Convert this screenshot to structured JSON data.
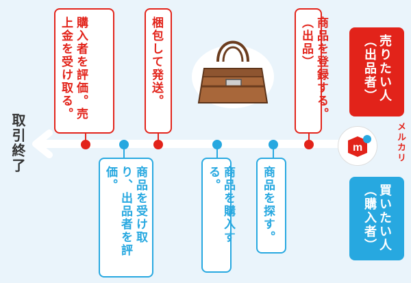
{
  "end_label": "取引終了",
  "brand": "メルカリ",
  "seller_label": "売りたい人（出品者）",
  "buyer_label": "買いたい人（購入者）",
  "seller_steps": [
    "商品を登録する。（出品）",
    "梱包して発送。",
    "購入者を評価。売上金を受け取る。"
  ],
  "buyer_steps": [
    "商品を探す。",
    "商品を購入する。",
    "商品を受け取り、出品者を評価。"
  ],
  "colors": {
    "seller": "#e2231a",
    "buyer": "#27a8e0",
    "background": "#eaf4fb"
  },
  "icons": {
    "logo": "mercari-logo-icon",
    "bag": "handbag-illustration"
  }
}
